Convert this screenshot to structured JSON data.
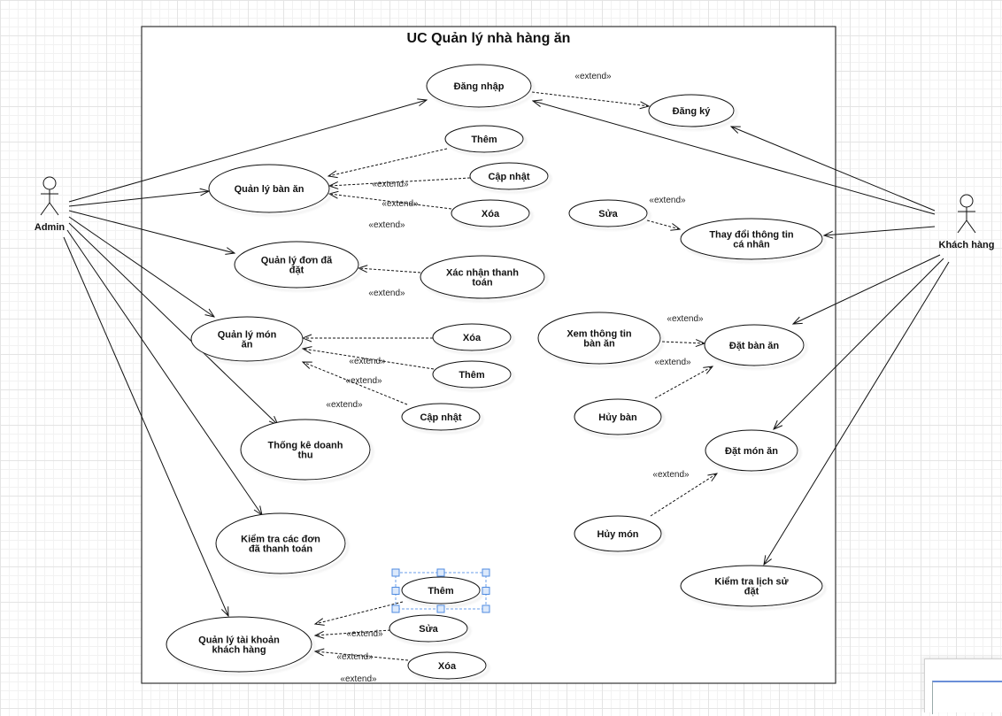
{
  "diagram": {
    "title": "UC Quản lý nhà hàng ăn",
    "extend_label": "«extend»",
    "actors": [
      {
        "id": "admin",
        "name": "Admin"
      },
      {
        "id": "customer",
        "name": "Khách hàng"
      }
    ],
    "use_cases": {
      "dang_nhap": [
        "Đăng nhập"
      ],
      "dang_ky": [
        "Đăng ký"
      ],
      "them_ban": [
        "Thêm"
      ],
      "capnhat_ban": [
        "Cập nhật"
      ],
      "xoa_ban": [
        "Xóa"
      ],
      "ql_ban_an": [
        "Quản lý bàn ăn"
      ],
      "ql_don": [
        "Quản lý đơn đã",
        "đặt"
      ],
      "xac_nhan": [
        "Xác nhận thanh",
        "toán"
      ],
      "ql_mon": [
        "Quản lý món",
        "ăn"
      ],
      "xoa_mon": [
        "Xóa"
      ],
      "them_mon": [
        "Thêm"
      ],
      "capnhat_mon": [
        "Cập nhật"
      ],
      "thong_ke": [
        "Thống kê doanh",
        "thu"
      ],
      "kiem_tra_don": [
        "Kiểm tra các đơn",
        "đã thanh toán"
      ],
      "ql_tk": [
        "Quản lý tài khoản",
        "khách hàng"
      ],
      "them_tk": [
        "Thêm"
      ],
      "sua_tk": [
        "Sửa"
      ],
      "xoa_tk": [
        "Xóa"
      ],
      "sua_tt": [
        "Sửa"
      ],
      "thay_doi": [
        "Thay đổi thông tin",
        "cá nhân"
      ],
      "xem_ban": [
        "Xem thông tin",
        "bàn ăn"
      ],
      "dat_ban": [
        "Đặt bàn ăn"
      ],
      "huy_ban": [
        "Hủy bàn"
      ],
      "dat_mon": [
        "Đặt món ăn"
      ],
      "huy_mon": [
        "Hủy món"
      ],
      "lich_su": [
        "Kiểm tra lịch sử",
        "đặt"
      ]
    },
    "associations": [
      [
        "admin",
        "dang_nhap"
      ],
      [
        "admin",
        "ql_ban_an"
      ],
      [
        "admin",
        "ql_don"
      ],
      [
        "admin",
        "ql_mon"
      ],
      [
        "admin",
        "thong_ke"
      ],
      [
        "admin",
        "kiem_tra_don"
      ],
      [
        "admin",
        "ql_tk"
      ],
      [
        "customer",
        "dang_nhap"
      ],
      [
        "customer",
        "dang_ky"
      ],
      [
        "customer",
        "thay_doi"
      ],
      [
        "customer",
        "dat_ban"
      ],
      [
        "customer",
        "dat_mon"
      ],
      [
        "customer",
        "lich_su"
      ]
    ],
    "extends": [
      [
        "dang_nhap",
        "dang_ky"
      ],
      [
        "them_ban",
        "ql_ban_an"
      ],
      [
        "capnhat_ban",
        "ql_ban_an"
      ],
      [
        "xoa_ban",
        "ql_ban_an"
      ],
      [
        "xac_nhan",
        "ql_don"
      ],
      [
        "xoa_mon",
        "ql_mon"
      ],
      [
        "them_mon",
        "ql_mon"
      ],
      [
        "capnhat_mon",
        "ql_mon"
      ],
      [
        "sua_tt",
        "thay_doi"
      ],
      [
        "xem_ban",
        "dat_ban"
      ],
      [
        "huy_ban",
        "dat_ban"
      ],
      [
        "huy_mon",
        "dat_mon"
      ],
      [
        "them_tk",
        "ql_tk"
      ],
      [
        "sua_tk",
        "ql_tk"
      ],
      [
        "xoa_tk",
        "ql_tk"
      ]
    ],
    "selected": "them_tk"
  }
}
